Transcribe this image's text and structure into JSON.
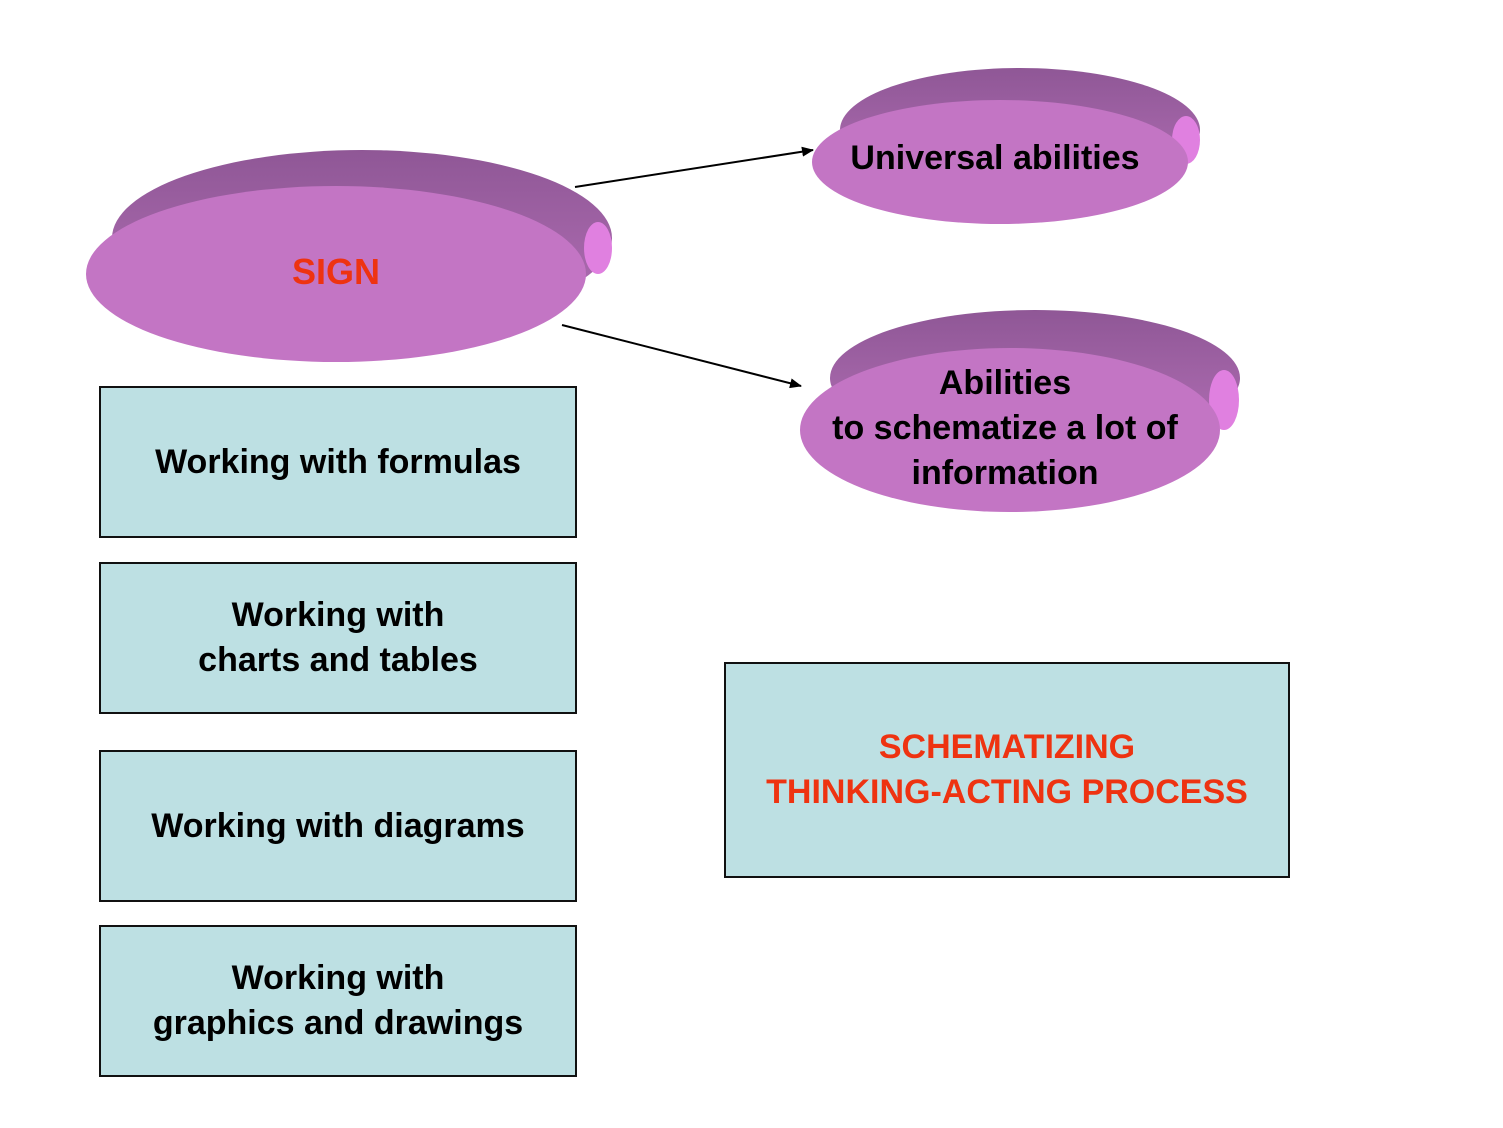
{
  "colors": {
    "ellipse_fill": "#c375c4",
    "ellipse_shadow": "#9a5c9e",
    "ellipse_rim": "#e080e0",
    "box_fill": "#bde0e3",
    "box_border": "#111111",
    "text_dark": "#000000",
    "text_accent": "#ee3311"
  },
  "nodes": {
    "sign": {
      "label": "SIGN"
    },
    "universal": {
      "label": "Universal abilities"
    },
    "schematize": {
      "line1": "Abilities",
      "line2": "to schematize a lot of",
      "line3": "information"
    }
  },
  "boxes": {
    "formulas": {
      "line1": "Working with formulas"
    },
    "charts": {
      "line1": "Working with",
      "line2": "charts and tables"
    },
    "diagrams": {
      "line1": "Working with diagrams"
    },
    "graphics": {
      "line1": "Working with",
      "line2": "graphics and drawings"
    },
    "process": {
      "line1": "SCHEMATIZING",
      "line2": "THINKING-ACTING PROCESS"
    }
  },
  "edges": [
    {
      "from": "sign",
      "to": "universal"
    },
    {
      "from": "sign",
      "to": "schematize"
    }
  ]
}
